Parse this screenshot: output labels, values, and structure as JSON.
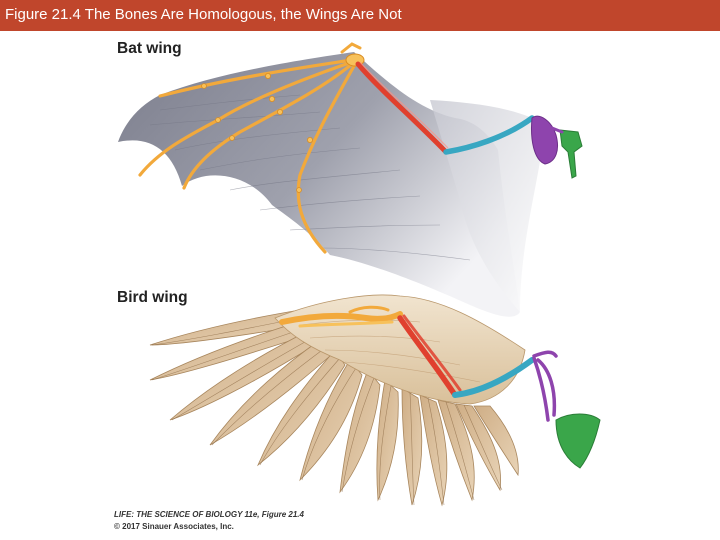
{
  "header": {
    "title": "Figure 21.4  The Bones Are Homologous, the Wings Are Not"
  },
  "panels": {
    "bat_label": "Bat wing",
    "bird_label": "Bird wing"
  },
  "credits": {
    "line1": "LIFE: THE SCIENCE OF BIOLOGY 11e, Figure 21.4",
    "line2": "© 2017 Sinauer Associates, Inc."
  },
  "colors": {
    "title_bar": "#c0462c",
    "humerus_red": "#e0402e",
    "radius_ulna_blue": "#38a7c2",
    "carpals_purple": "#8e44ad",
    "scapula_green": "#3aa64a",
    "digits_yellow": "#f2a93b",
    "bat_membrane": "#8d8f9c",
    "bird_feathers": "#d8bc96"
  }
}
